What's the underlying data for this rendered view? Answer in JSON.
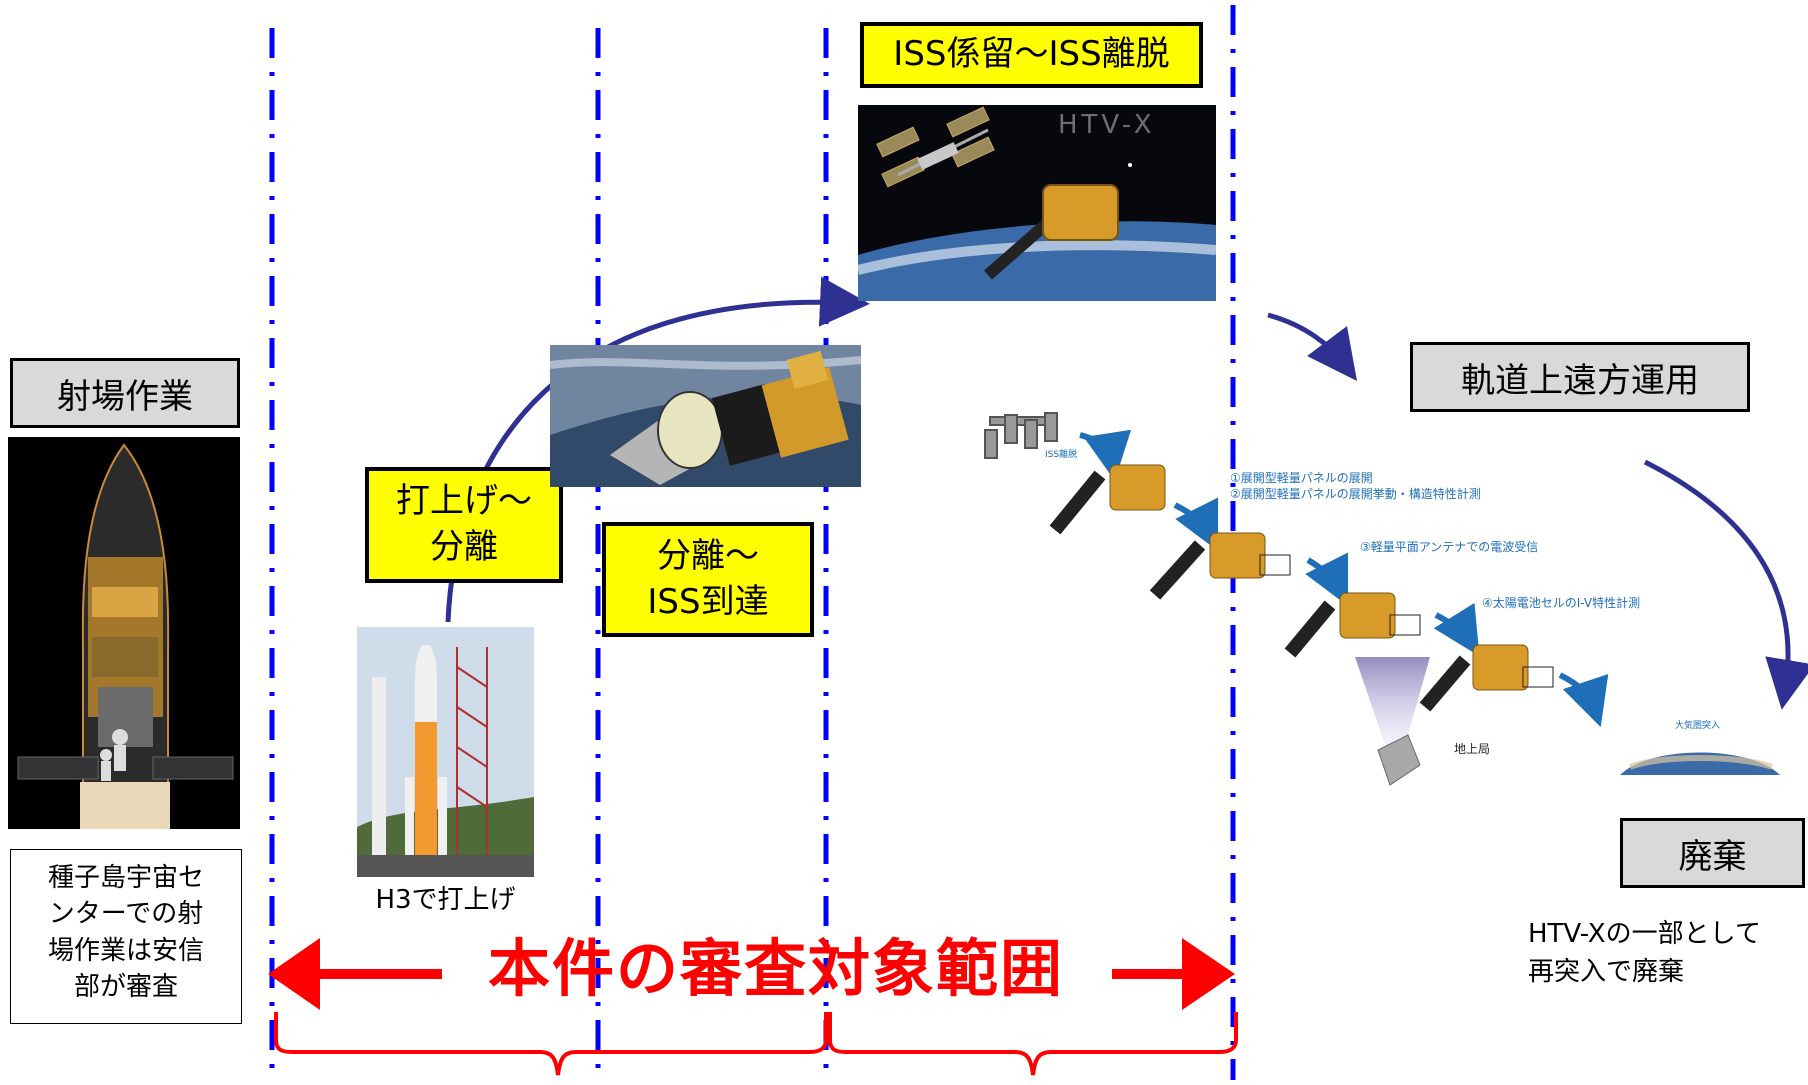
{
  "labels": {
    "launch_site_work": "射場作業",
    "launch_site_note": [
      "種子島宇宙セ",
      "ンターでの射",
      "場作業は安信",
      "部が審査"
    ],
    "launch_to_sep": [
      "打上げ～",
      "分離"
    ],
    "sep_to_iss": [
      "分離～",
      "ISS到達"
    ],
    "iss_berth": "ISS係留～ISS離脱",
    "orbit_ops": "軌道上遠方運用",
    "disposal": "廃棄",
    "disposal_note": [
      "HTV-Xの一部として",
      "再突入で廃棄"
    ],
    "h3_caption": "H3で打上げ",
    "scope": "本件の審査対象範囲"
  },
  "orbit_diagram": {
    "iss_departure": "ISS離脱",
    "step1": "①展開型軽量パネルの展開",
    "step2": "②展開型軽量パネルの展開挙動・構造特性計測",
    "step3": "③軽量平面アンテナでの電波受信",
    "step4": "④太陽電池セルのI-V特性計測",
    "ground_station": "地上局",
    "reentry": "大気圏突入"
  },
  "photo_text": {
    "htvx_watermark": "HTV-X"
  },
  "colors": {
    "divider": "#0000ff",
    "arrow_red": "#ff0000",
    "curve_arrow": "#2e3192",
    "yellow": "#ffff00",
    "gray": "#d9d9d9"
  }
}
